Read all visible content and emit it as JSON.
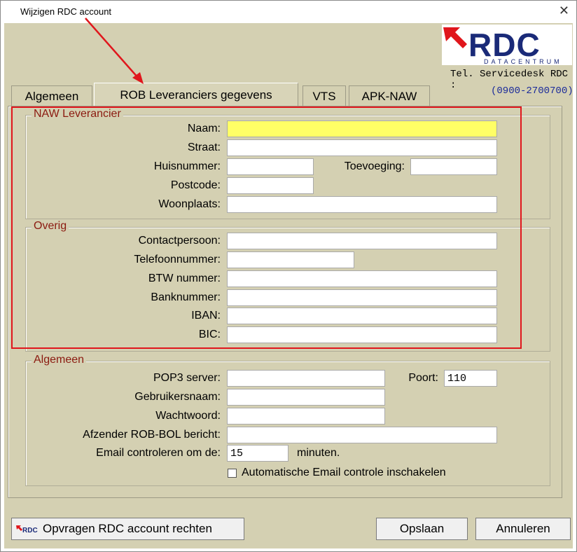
{
  "window": {
    "title": "Wijzigen RDC account",
    "close_glyph": "✕"
  },
  "logo": {
    "text": "RDC",
    "subtext": "DATACENTRUM",
    "brand_color": "#1a2a78",
    "arrow_color": "#e0161c"
  },
  "contact": {
    "label": "Tel. Servicedesk RDC :",
    "number": "(0900-2700700)"
  },
  "tabs": [
    {
      "label": "Algemeen",
      "active": false
    },
    {
      "label": "ROB Leveranciers gegevens",
      "active": true
    },
    {
      "label": "VTS",
      "active": false
    },
    {
      "label": "APK-NAW",
      "active": false
    }
  ],
  "naw": {
    "legend": "NAW Leverancier",
    "naam_label": "Naam:",
    "naam_value": "",
    "straat_label": "Straat:",
    "straat_value": "",
    "huisnummer_label": "Huisnummer:",
    "huisnummer_value": "",
    "toevoeging_label": "Toevoeging:",
    "toevoeging_value": "",
    "postcode_label": "Postcode:",
    "postcode_value": "",
    "woonplaats_label": "Woonplaats:",
    "woonplaats_value": ""
  },
  "overig": {
    "legend": "Overig",
    "contactpersoon_label": "Contactpersoon:",
    "telefoonnummer_label": "Telefoonnummer:",
    "btw_label": "BTW nummer:",
    "banknummer_label": "Banknummer:",
    "iban_label": "IBAN:",
    "bic_label": "BIC:"
  },
  "algemeen": {
    "legend": "Algemeen",
    "pop3_label": "POP3 server:",
    "pop3_value": "",
    "poort_label": "Poort:",
    "poort_value": "110",
    "gebruikersnaam_label": "Gebruikersnaam:",
    "wachtwoord_label": "Wachtwoord:",
    "afzender_label": "Afzender ROB-BOL bericht:",
    "email_check_label": "Email controleren om de:",
    "email_check_value": "15",
    "email_check_unit": "minuten.",
    "auto_check_label": "Automatische Email controle inschakelen",
    "auto_check_checked": false
  },
  "buttons": {
    "rights_label": "Opvragen RDC account rechten",
    "save_label": "Opslaan",
    "cancel_label": "Annuleren"
  },
  "colors": {
    "panel": "#d4d0b2",
    "highlight": "#e0161c",
    "legend_text": "#8b1a10",
    "field_focus": "#ffff66"
  }
}
